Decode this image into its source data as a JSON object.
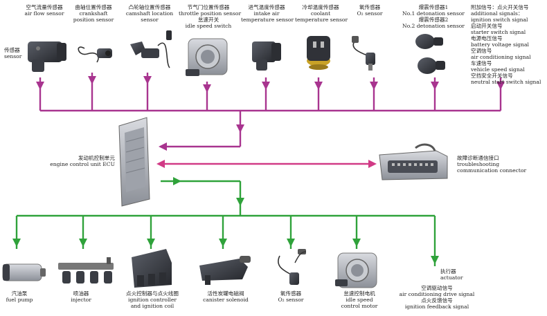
{
  "colors": {
    "input_bus": "#a8348f",
    "output_bus": "#2fa23a",
    "comm_link": "#d13a86",
    "device_dark": "#3a3d44",
    "device_mid": "#6b6f78",
    "device_light": "#b9bcc2"
  },
  "sensors": {
    "sensor_group": {
      "zh": "传感器",
      "en": "sensor"
    },
    "air_flow": {
      "zh": "空气流量传感器",
      "en": "air flow sensor"
    },
    "crankshaft": {
      "zh": "曲轴位置传感器",
      "en1": "crankshaft",
      "en2": "position sensor"
    },
    "camshaft": {
      "zh": "凸轮轴位置传感器",
      "en1": "camshaft location",
      "en2": "sensor"
    },
    "throttle": {
      "zh": "节气门位置传感器",
      "en1": "throttle position sensor",
      "zh2": "怠速开关",
      "en2": "idle speed switch"
    },
    "intake_temp": {
      "zh": "进气温度传感器",
      "en1": "intake air",
      "en2": "temperature sensor"
    },
    "coolant": {
      "zh": "冷却温度传感器",
      "en1": "coolant",
      "en2": "temperature sensor"
    },
    "oxygen": {
      "zh": "氧传感器",
      "en": "O₂ sensor"
    },
    "detonation": {
      "zh1": "爆震传感器1",
      "en1": "No.1 detonation sensor",
      "zh2": "爆震传感器2",
      "en2": "No.2 detonation sensor"
    },
    "additional": {
      "lines": [
        "附加信号：点火开关信号",
        "additional signals：",
        "ignition switch signal",
        "启动开关信号",
        "starter switch signal",
        "电源电压信号",
        "battery voltage signal",
        "空调信号",
        "air conditioning signal",
        "车速信号",
        "vehicle speed signal",
        "空挡安全开关信号",
        "neutral start switch signal"
      ]
    }
  },
  "ecu": {
    "zh": "发动机控制单元",
    "en": "engine control unit ECU"
  },
  "diagnostic": {
    "zh": "故障诊断通信接口",
    "en1": "troubleshooting",
    "en2": "communication connector"
  },
  "actuators": {
    "fuel_pump": {
      "zh": "汽油泵",
      "en": "fuel pump"
    },
    "injector": {
      "zh": "喷油器",
      "en": "injector"
    },
    "ignition": {
      "zh": "点火控制器与点火线圈",
      "en1": "ignition controller",
      "en2": "and ignition coil"
    },
    "canister": {
      "zh": "活性炭罐电磁阀",
      "en": "canister solenoid"
    },
    "oxygen": {
      "zh": "氧传感器",
      "en": "O₂ sensor"
    },
    "idle_motor": {
      "zh": "怠速控制电机",
      "en1": "idle speed",
      "en2": "control motor"
    },
    "actuator_group": {
      "zh": "执行器",
      "en": "actuator"
    },
    "ac_drive": {
      "zh": "空调驱动信号",
      "en": "air conditioning drive signal"
    },
    "ign_feedback": {
      "zh": "点火反馈信号",
      "en": "ignition feedback signal"
    }
  }
}
